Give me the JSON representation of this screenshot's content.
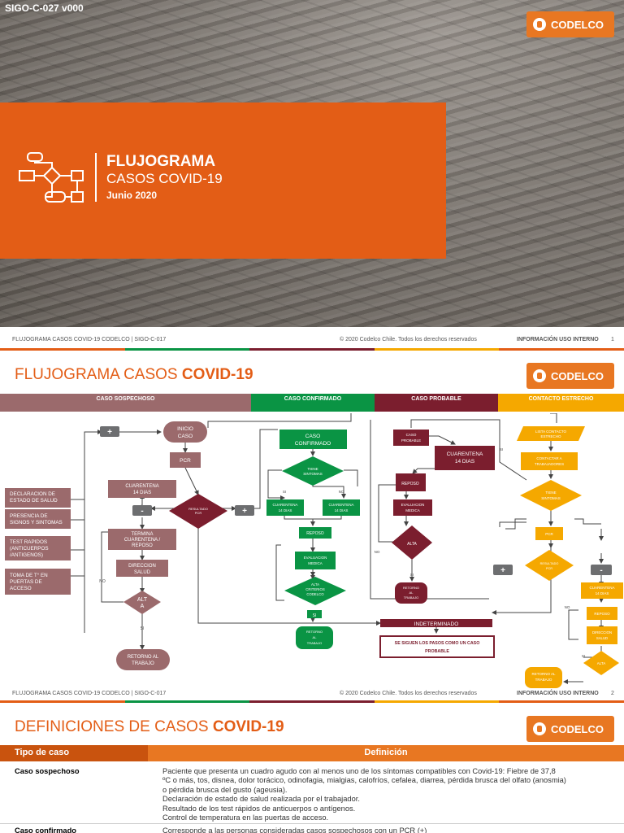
{
  "slide1": {
    "doc_code": "SIGO-C-027 v000",
    "brand": "CODELCO",
    "title": "FLUJOGRAMA",
    "subtitle": "CASOS COVID-19",
    "date": "Junio 2020",
    "footer_left": "FLUJOGRAMA CASOS COVID-19  CODELCO | SIGO-C-017",
    "footer_center": "© 2020 Codelco Chile. Todos los derechos reservados",
    "footer_right": "INFORMACIÓN USO INTERNO",
    "page": "1"
  },
  "slide2": {
    "title_plain": "FLUJOGRAMA CASOS ",
    "title_bold": "COVID-19",
    "brand": "CODELCO",
    "categories": [
      {
        "label": "CASO SOSPECHOSO",
        "color": "#9b6a6c"
      },
      {
        "label": "CASO CONFIRMADO",
        "color": "#0a9444"
      },
      {
        "label": "CASO PROBABLE",
        "color": "#7b1e2e"
      },
      {
        "label": "CONTACTO ESTRECHO",
        "color": "#f5a800"
      }
    ],
    "flow": {
      "inicio": [
        "INICIO",
        "CASO"
      ],
      "pcr": "PCR",
      "cuarentena": [
        "CUARENTENA",
        "14 DIAS"
      ],
      "resultado": [
        "RESULTADO",
        "PCR"
      ],
      "termina": [
        "TERMINA",
        "CUARENTENA /",
        "REPOSO"
      ],
      "direccion": [
        "DIRECCION",
        "SALUD"
      ],
      "alta": [
        "ALT",
        "A"
      ],
      "retorno": [
        "RETORNO AL",
        "TRABAJO"
      ],
      "criterios": [
        [
          "DECLARACION DE",
          "ESTADO DE SALUD"
        ],
        [
          "PRESENCIA DE",
          "SIGNOS Y SINTOMAS"
        ],
        [
          "TEST RAPIDOS",
          "(ANTICUERPOS",
          "/ANTIGENOS)"
        ],
        [
          "TOMA DE T° EN",
          "PUERTAS DE",
          "ACCESO"
        ]
      ],
      "plus": "+",
      "minus": "-",
      "no": "NO",
      "si": "SI",
      "confirmado": [
        "CASO",
        "CONFIRMADO"
      ],
      "tiene_sintomas": [
        "TIENE",
        "SINTOMAS"
      ],
      "cuarentena_c": [
        "CUARENTENA",
        "14 DIAS"
      ],
      "reposo": "REPOSO",
      "evaluacion": [
        "EVALUACION",
        "MEDICA"
      ],
      "alta_criterios": [
        "ALTA",
        "CRITERIOS",
        "CODELCO"
      ],
      "retorno_c": [
        "RETORNO",
        "AL",
        "TRABAJO"
      ],
      "probable": [
        "CASO",
        "PROBABLE"
      ],
      "cuarentena_p": [
        "CUARENTENA",
        "14 DIAS"
      ],
      "alta_p": "ALTA",
      "retorno_p": [
        "RETORNO",
        "AL",
        "TRABAJO"
      ],
      "lista_contacto": [
        "LISTA CONTACTO",
        "ESTRECHO"
      ],
      "contactar": [
        "CONTACTAR A",
        "TRABAJADORES"
      ],
      "tiene_sintomas_e": [
        "TIENE",
        "SINTOMAS"
      ],
      "pcr_e": "PCR",
      "resultado_e": [
        "RESULTADO",
        "PCR"
      ],
      "cuarentena_e": [
        "CUARENTENA",
        "14 DIAS"
      ],
      "reposo_e": "REPOSO",
      "direccion_e": [
        "DIRECCION",
        "SALUD"
      ],
      "alta_e": "ALTA",
      "retorno_e": [
        "RETORNO AL",
        "TRABAJO"
      ],
      "indeterminado": "INDETERMINADO",
      "siguen": [
        "SE SIGUEN LOS PASOS COMO UN CASO",
        "PROBABLE"
      ]
    },
    "footer_left": "FLUJOGRAMA CASOS COVID-19  CODELCO | SIGO-C-017",
    "footer_center": "© 2020 Codelco Chile. Todos los derechos reservados",
    "footer_right": "INFORMACIÓN USO INTERNO",
    "page": "2"
  },
  "slide3": {
    "title_plain": "DEFINICIONES DE CASOS ",
    "title_bold": "COVID-19",
    "brand": "CODELCO",
    "col_tipo": "Tipo de caso",
    "col_def": "Definición",
    "rows": [
      {
        "tipo": "Caso sospechoso",
        "lines": [
          "Paciente que presenta un cuadro agudo con al menos uno de los síntomas compatibles con Covid-19: Fiebre de 37,8",
          "ºC o más, tos, disnea, dolor torácico, odinofagia, mialgias, calofríos, cefalea, diarrea, pérdida brusca del olfato (anosmia)",
          "o pérdida brusca del gusto (ageusia).",
          "Declaración de estado de salud realizada por el trabajador.",
          "Resultado de los test rápidos de anticuerpos o antígenos.",
          "Control de temperatura en las puertas de acceso."
        ]
      },
      {
        "tipo": "Caso confirmado",
        "lines": [
          "Corresponde a las personas consideradas casos sospechosos con un PCR (+)"
        ]
      }
    ]
  },
  "colors": {
    "orange": "#e35d16",
    "green": "#0a9444",
    "maroon": "#7b1e2e",
    "mauve": "#9b6a6c",
    "yellow": "#f5a800",
    "gray": "#6d6e70"
  }
}
